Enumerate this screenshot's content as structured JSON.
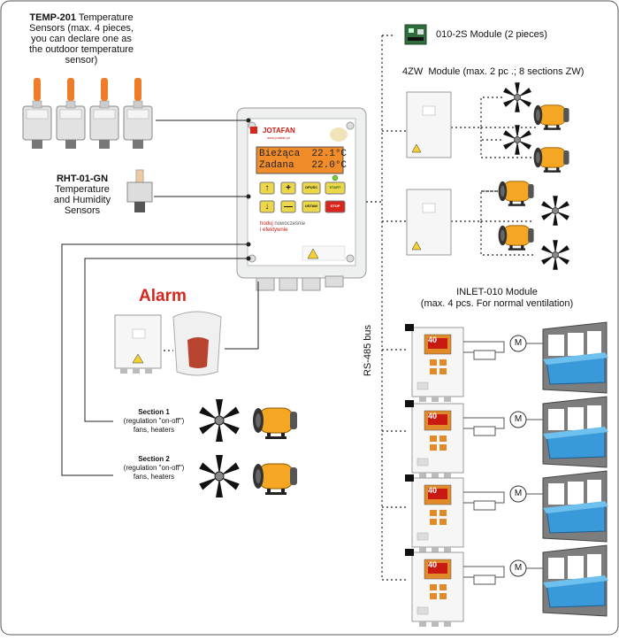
{
  "sensors": {
    "temp": {
      "model": "TEMP-201",
      "desc_1": "Temperature",
      "desc_2": "Sensors (max. 4 pieces,",
      "desc_3": "you can declare one as",
      "desc_4": "the outdoor temperature",
      "desc_5": "sensor)"
    },
    "rht": {
      "model": "RHT-01-GN",
      "desc_1": "Temperature",
      "desc_2": "and Humidity",
      "desc_3": "Sensors"
    }
  },
  "controller": {
    "brand": "JOTAFAN",
    "url": "www.jotafan.pl",
    "lcd_row1": "Bieżąca  22.1°C",
    "lcd_row2": "Zadana   22.0°C",
    "btn_up": "↑",
    "btn_plus": "+",
    "btn_opusc": "OPUŚC",
    "btn_start": "START",
    "btn_down": "↓",
    "btn_minus": "—",
    "btn_ustaw": "USTAW",
    "btn_stop": "STOP",
    "slogan_1": "hoduj",
    "slogan_2": "nowocześnie",
    "slogan_3": "i efektywnie"
  },
  "alarm": {
    "title": "Alarm"
  },
  "sections": [
    {
      "title": "Section 1",
      "line2": "(regulation \"on-off\")",
      "line3": "fans, heaters"
    },
    {
      "title": "Section 2",
      "line2": "(regulation \"on-off\")",
      "line3": "fans, heaters"
    }
  ],
  "modules": {
    "m010": {
      "label": "010-2S Module (2 pieces)"
    },
    "m4zw": {
      "label": "4ZW  Module (max. 2 pc .; 8 sections ZW)"
    },
    "inlet": {
      "label_1": "INLET-010 Module",
      "label_2": "(max. 4 pcs. For normal ventilation)",
      "display_value": "40",
      "motor_letter": "M"
    }
  },
  "bus": {
    "label": "RS-485 bus"
  },
  "colors": {
    "heater": "#f5a623",
    "alarm_red": "#d9261c",
    "lcd_bg": "#f08c2a",
    "inlet_blue": "#3a9ad9",
    "panel": "#ffffff"
  }
}
